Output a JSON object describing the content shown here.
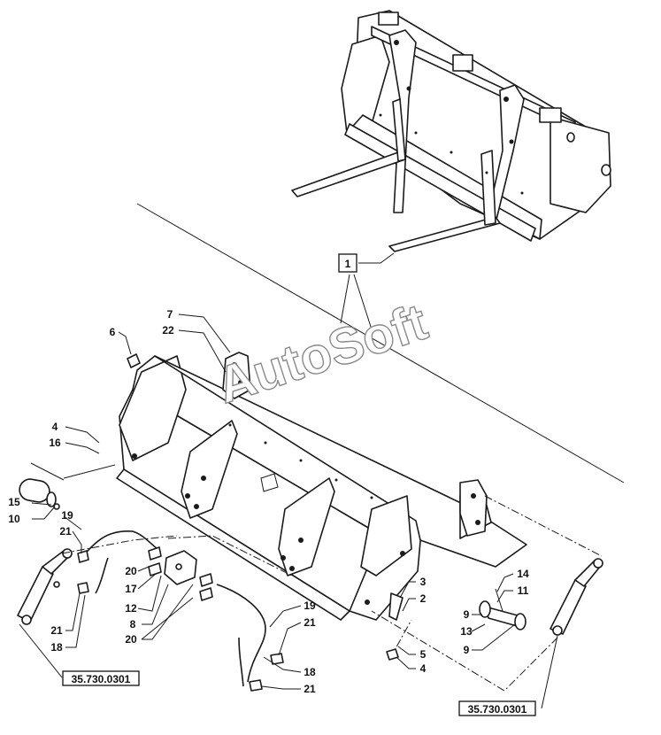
{
  "watermark": "AutoSoft",
  "refs": {
    "left": "35.730.0301",
    "right": "35.730.0301"
  },
  "callout_box": "1",
  "callouts": [
    {
      "label": "7"
    },
    {
      "label": "22"
    },
    {
      "label": "6"
    },
    {
      "label": "4"
    },
    {
      "label": "16"
    },
    {
      "label": "15"
    },
    {
      "label": "10"
    },
    {
      "label": "19"
    },
    {
      "label": "21"
    },
    {
      "label": "20"
    },
    {
      "label": "17"
    },
    {
      "label": "12"
    },
    {
      "label": "8"
    },
    {
      "label": "20"
    },
    {
      "label": "21"
    },
    {
      "label": "18"
    },
    {
      "label": "19"
    },
    {
      "label": "21"
    },
    {
      "label": "18"
    },
    {
      "label": "21"
    },
    {
      "label": "3"
    },
    {
      "label": "2"
    },
    {
      "label": "5"
    },
    {
      "label": "4"
    },
    {
      "label": "14"
    },
    {
      "label": "11"
    },
    {
      "label": "9"
    },
    {
      "label": "13"
    },
    {
      "label": "9"
    }
  ]
}
